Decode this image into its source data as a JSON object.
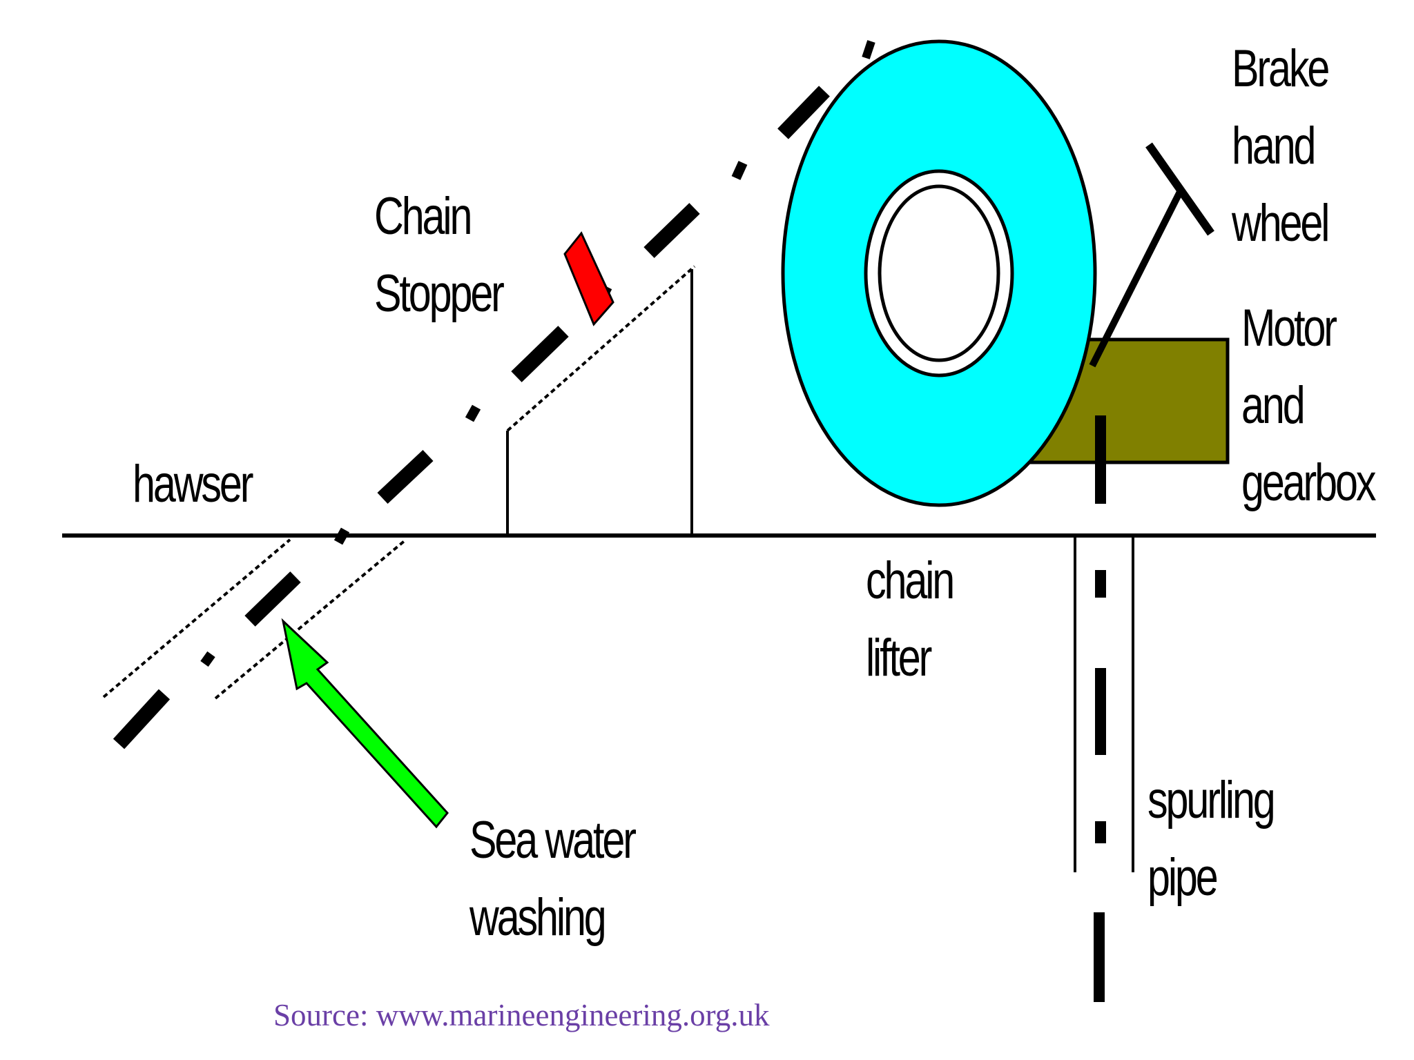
{
  "labels": {
    "hawser": "hawser",
    "chain_stopper": [
      "Chain",
      "Stopper"
    ],
    "brake_hand_wheel": [
      "Brake",
      "hand",
      "wheel"
    ],
    "motor_gearbox": [
      "Motor",
      "and",
      "gearbox"
    ],
    "chain_lifter": [
      "chain",
      "lifter"
    ],
    "spurling_pipe": [
      "spurling",
      "pipe"
    ],
    "sea_water_washing": [
      "Sea water",
      "washing"
    ]
  },
  "source": "Source: www.marineengineering.org.uk",
  "colors": {
    "chain_lifter": "#00ffff",
    "motor_gearbox": "#808000",
    "chain_stopper": "#ff0000",
    "wash_arrow": "#00ff00",
    "line": "#000000",
    "source_text": "#6a3fa6"
  }
}
